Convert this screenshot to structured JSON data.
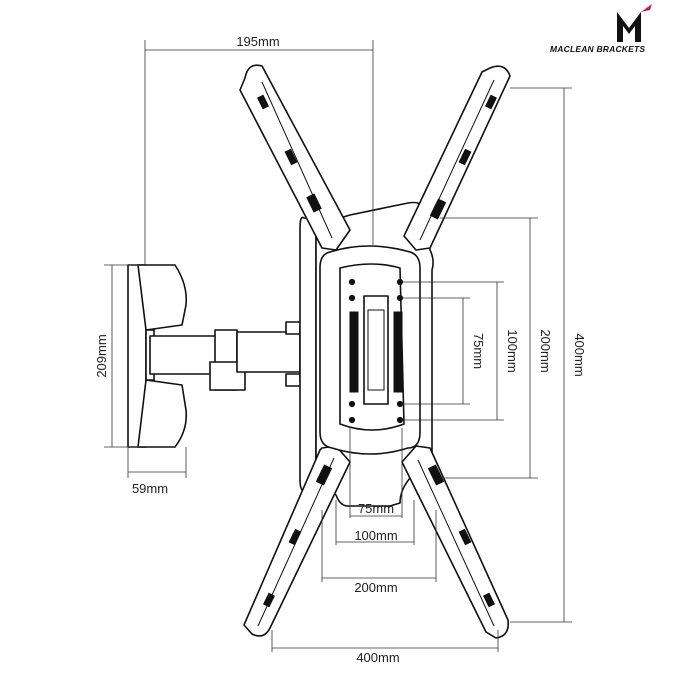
{
  "brand": {
    "logo_letter": "M",
    "name": "MACLEAN BRACKETS",
    "accent_color": "#d4145a"
  },
  "dimensions": {
    "arm_reach": "195mm",
    "wall_plate_height": "209mm",
    "wall_plate_depth": "59mm",
    "vesa_75_vertical": "75mm",
    "vesa_100_vertical": "100mm",
    "vesa_200_vertical": "200mm",
    "vesa_400_vertical": "400mm",
    "vesa_75_horizontal": "75mm",
    "vesa_100_horizontal": "100mm",
    "vesa_200_horizontal": "200mm",
    "vesa_400_horizontal": "400mm"
  }
}
